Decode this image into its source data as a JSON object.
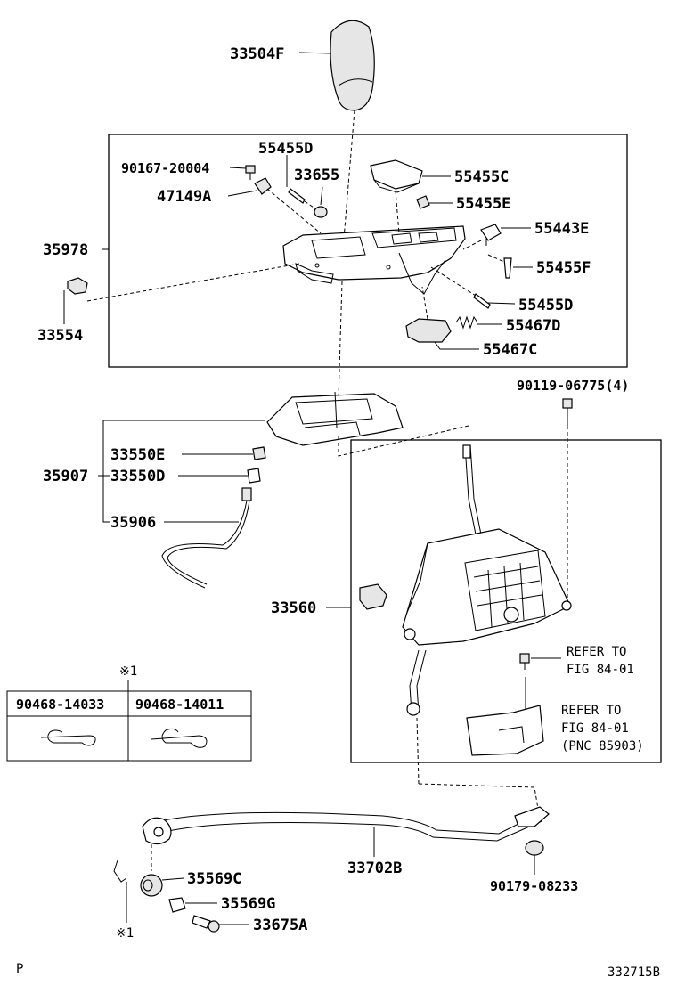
{
  "diagram": {
    "part_labels": {
      "p33504F": "33504F",
      "p90167": "90167-20004",
      "p55455D_top": "55455D",
      "p33655": "33655",
      "p55455C": "55455C",
      "p47149A": "47149A",
      "p55455E": "55455E",
      "p55443E": "55443E",
      "p35978": "35978",
      "p55455F": "55455F",
      "p55455D_mid": "55455D",
      "p33554": "33554",
      "p55467D": "55467D",
      "p55467C": "55467C",
      "p90119": "90119-06775(4)",
      "p33550E": "33550E",
      "p35907": "35907",
      "p33550D": "33550D",
      "p35906": "35906",
      "p33560": "33560",
      "p33702B": "33702B",
      "p35569C": "35569C",
      "p90179": "90179-08233",
      "p35569G": "35569G",
      "p33675A": "33675A"
    },
    "refer_notes": {
      "refer1_line1": "REFER TO",
      "refer1_line2": "FIG 84-01",
      "refer2_line1": "REFER TO",
      "refer2_line2": "FIG 84-01",
      "refer2_line3": "(PNC 85903)"
    },
    "clip_table": {
      "mark": "※1",
      "col1": "90468-14033",
      "col2": "90468-14011"
    },
    "footnote_mark": "※1",
    "corner_label": "P",
    "figure_number": "332715B"
  }
}
